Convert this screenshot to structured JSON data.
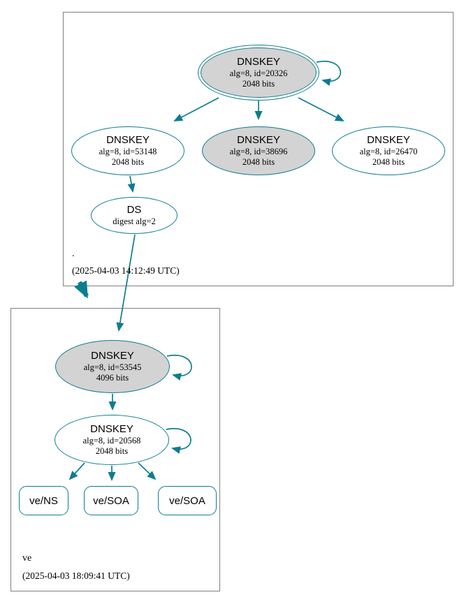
{
  "colors": {
    "edge": "#0d7d8e",
    "node_border": "#0d7d8e",
    "shaded_fill": "#d3d3d3",
    "plain_fill": "#ffffff",
    "box_border": "#808080",
    "text": "#000000"
  },
  "zones": {
    "root": {
      "name": ".",
      "timestamp": "(2025-04-03 14:12:49 UTC)"
    },
    "ve": {
      "name": "ve",
      "timestamp": "(2025-04-03 18:09:41 UTC)"
    }
  },
  "nodes": {
    "root_ksk": {
      "title": "DNSKEY",
      "detail": "alg=8, id=20326",
      "bits": "2048 bits"
    },
    "root_zsk_53148": {
      "title": "DNSKEY",
      "detail": "alg=8, id=53148",
      "bits": "2048 bits"
    },
    "root_zsk_38696": {
      "title": "DNSKEY",
      "detail": "alg=8, id=38696",
      "bits": "2048 bits"
    },
    "root_zsk_26470": {
      "title": "DNSKEY",
      "detail": "alg=8, id=26470",
      "bits": "2048 bits"
    },
    "root_ds": {
      "title": "DS",
      "detail": "digest alg=2"
    },
    "ve_ksk": {
      "title": "DNSKEY",
      "detail": "alg=8, id=53545",
      "bits": "4096 bits"
    },
    "ve_zsk": {
      "title": "DNSKEY",
      "detail": "alg=8, id=20568",
      "bits": "2048 bits"
    },
    "ve_ns": {
      "label": "ve/NS"
    },
    "ve_soa_1": {
      "label": "ve/SOA"
    },
    "ve_soa_2": {
      "label": "ve/SOA"
    }
  }
}
